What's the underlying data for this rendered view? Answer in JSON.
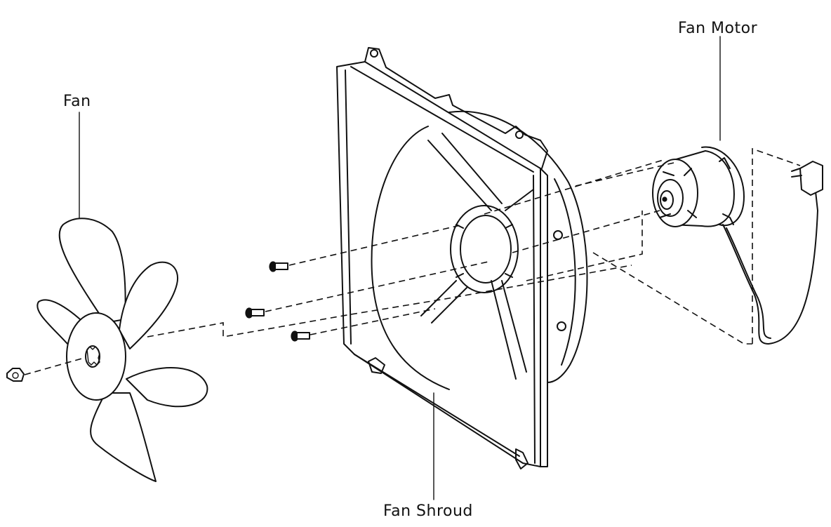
{
  "diagram": {
    "labels": {
      "fan": "Fan",
      "fan_motor": "Fan Motor",
      "fan_shroud": "Fan Shroud"
    },
    "line_color": "#111111",
    "background_color": "#ffffff"
  }
}
